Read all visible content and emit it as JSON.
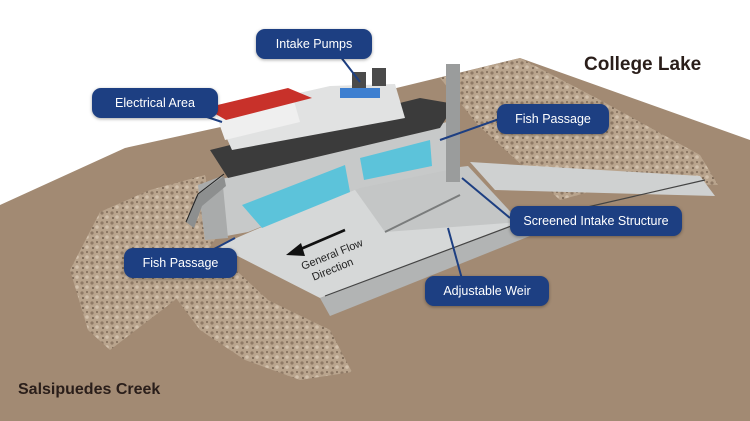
{
  "labels": {
    "place_lake": "College Lake",
    "place_creek": "Salsipuedes Creek",
    "flow_line1": "General Flow",
    "flow_line2": "Direction"
  },
  "callouts": {
    "intake_pumps": "Intake Pumps",
    "electrical_area": "Electrical Area",
    "fish_passage_upper": "Fish Passage",
    "screened_intake": "Screened Intake Structure",
    "fish_passage_lower": "Fish Passage",
    "adjustable_weir": "Adjustable Weir"
  },
  "colors": {
    "callout_fill": "#1d3f82",
    "roof": "#c8312a",
    "water": "#5cc3da",
    "ground": "#a28a73",
    "concrete": "#d6d8d8"
  }
}
